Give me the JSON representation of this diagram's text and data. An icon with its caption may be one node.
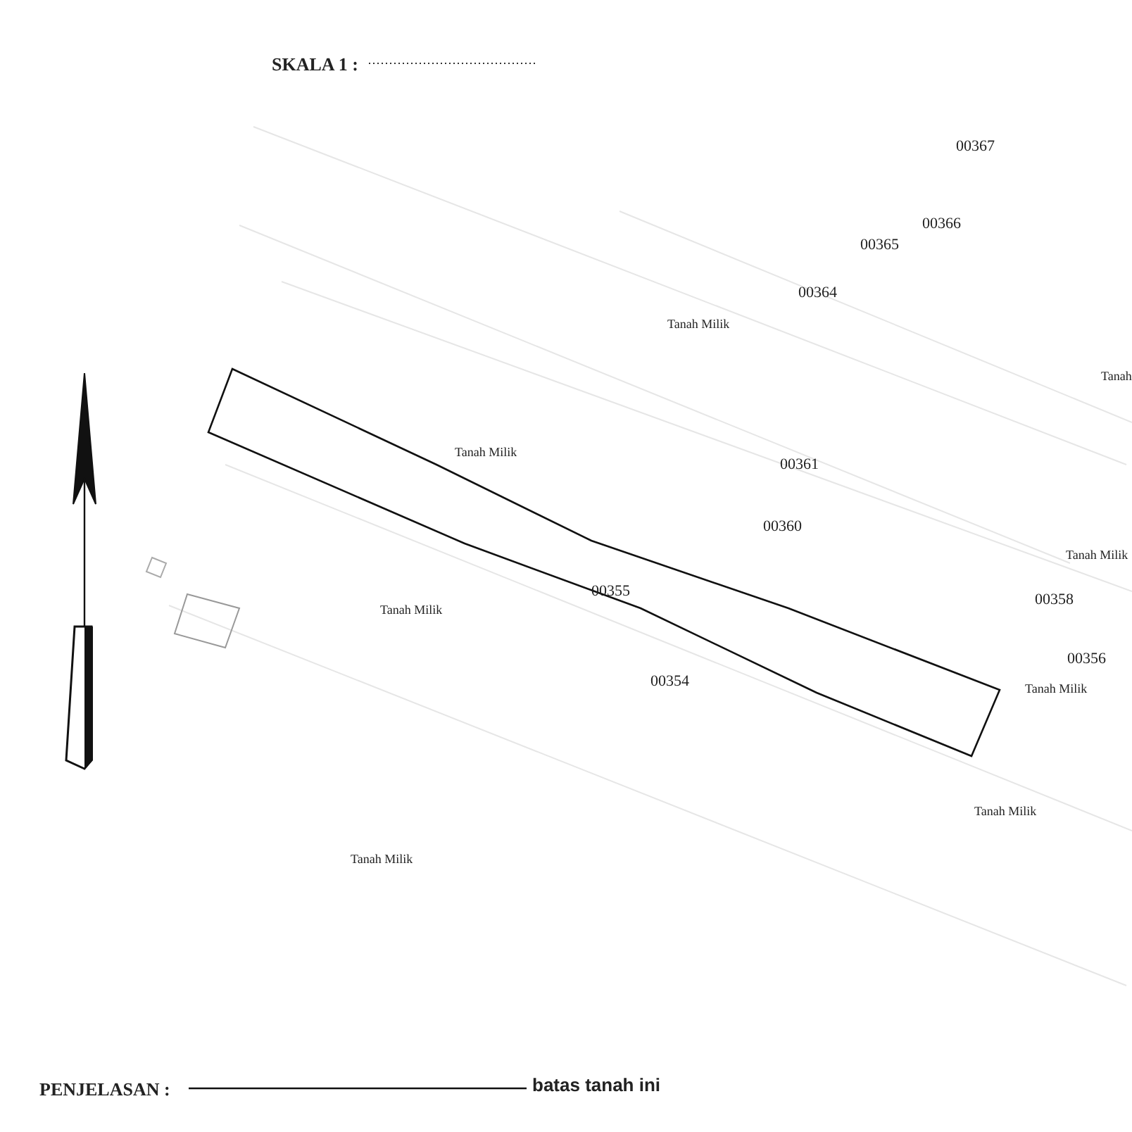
{
  "diagram": {
    "nodes": [
      {
        "text": [
          "00355"
        ]
      }
    ],
    "edges": [],
    "labels": [
      "SKALA 1 :",
      "00367",
      "00366",
      "00365",
      "00364",
      "Tanah Milik",
      "Tanah",
      "Tanah Milik",
      "00361",
      "00360",
      "Tanah Milik",
      "00358",
      "Tanah Milik",
      "00354",
      "00356",
      "Tanah Milik",
      "Tanah Milik",
      "Tanah Milik",
      "PENJELASAN :"
    ],
    "legend": [
      {
        "text": "batas tanah ini"
      }
    ]
  }
}
